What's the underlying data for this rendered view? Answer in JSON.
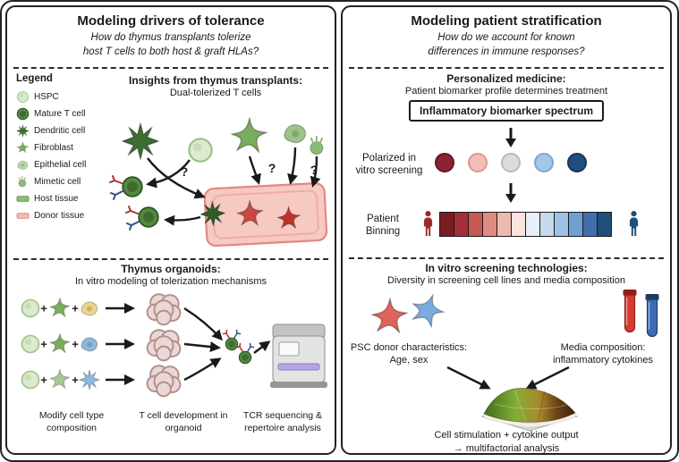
{
  "left": {
    "title": "Modeling drivers of tolerance",
    "question_lines": [
      "How do thymus transplants tolerize",
      "host T cells to both host & graft HLAs?"
    ],
    "legend": {
      "title": "Legend",
      "items": [
        {
          "sym": "hspc",
          "label": "HSPC"
        },
        {
          "sym": "mature-t-cell",
          "label": "Mature T cell"
        },
        {
          "sym": "dendritic-cell",
          "label": "Dendritic cell"
        },
        {
          "sym": "fibroblast",
          "label": "Fibroblast"
        },
        {
          "sym": "epithelial-cell",
          "label": "Epithelial cell"
        },
        {
          "sym": "mimetic-cell",
          "label": "Mimetic cell"
        },
        {
          "sym": "host-tissue",
          "label": "Host tissue"
        },
        {
          "sym": "donor-tissue",
          "label": "Donor tissue"
        }
      ]
    },
    "insights": {
      "heading": "Insights from thymus transplants:",
      "subheading": "Dual-tolerized T cells",
      "question_mark": "?"
    },
    "organoids": {
      "heading": "Thymus organoids:",
      "subheading": "In vitro modeling of tolerization mechanisms",
      "plus": "+",
      "steps": [
        "Modify cell type composition",
        "T cell development in organoid",
        "TCR sequencing & repertoire analysis"
      ]
    }
  },
  "right": {
    "title": "Modeling patient stratification",
    "question_lines": [
      "How do we account for known",
      "differences in immune responses?"
    ],
    "personalized": {
      "heading": "Personalized medicine:",
      "subheading": "Patient biomarker profile determines treatment",
      "biomarker_box_label": "Inflammatory biomarker spectrum",
      "polarized_label_lines": [
        "Polarized in",
        "vitro screening"
      ],
      "binning_label_lines": [
        "Patient",
        "Binning"
      ],
      "spectrum_circles": [
        {
          "fill": "#8c2332",
          "ring": "#6a141f"
        },
        {
          "fill": "#f3bcb8",
          "ring": "#dd9790"
        },
        {
          "fill": "#dcdcdc",
          "ring": "#b9b9b9"
        },
        {
          "fill": "#a5c6e8",
          "ring": "#7fa6d2"
        },
        {
          "fill": "#1f4e79",
          "ring": "#143656"
        }
      ],
      "bin_colors": [
        "#7b1c24",
        "#a32f38",
        "#c75952",
        "#e08b81",
        "#f0b9b0",
        "#fbe3de",
        "#e9eff7",
        "#c7d9ed",
        "#9fc2e4",
        "#6f9fd0",
        "#3f6fae",
        "#1f4e79"
      ]
    },
    "screening": {
      "heading": "In vitro screening technologies:",
      "subheading": "Diversity in screening cell lines and media composition",
      "psc_label_lines": [
        "PSC donor characteristics:",
        "Age, sex"
      ],
      "media_label_lines": [
        "Media composition:",
        "inflammatory cytokines"
      ],
      "output_lines": [
        "Cell stimulation + cytokine output",
        "→ multifactorial analysis"
      ]
    }
  }
}
